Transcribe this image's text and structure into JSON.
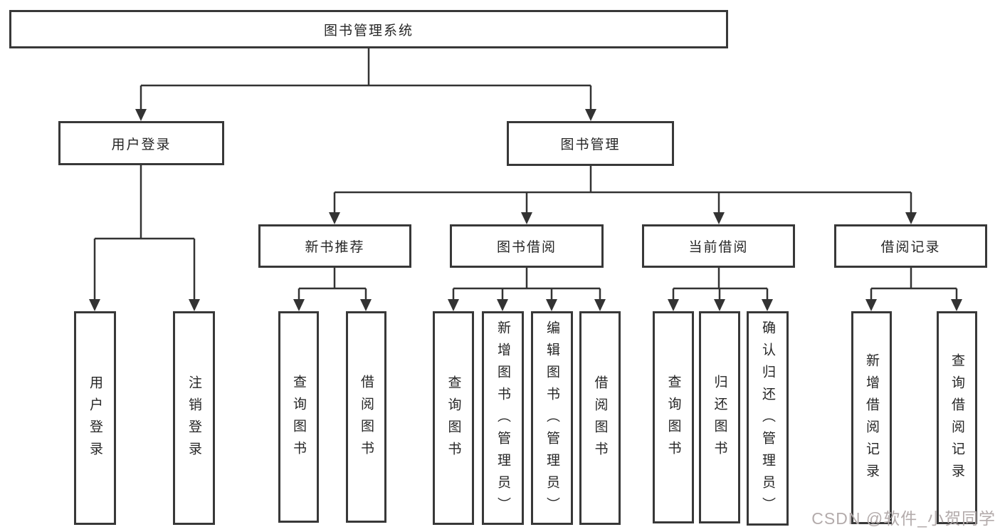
{
  "diagram": {
    "root": {
      "label": "图书管理系统",
      "children": [
        {
          "label": "用户登录",
          "children": [
            {
              "label": "用户登录"
            },
            {
              "label": "注销登录"
            }
          ]
        },
        {
          "label": "图书管理",
          "children": [
            {
              "label": "新书推荐",
              "children": [
                {
                  "label": "查询图书"
                },
                {
                  "label": "借阅图书"
                }
              ]
            },
            {
              "label": "图书借阅",
              "children": [
                {
                  "label": "查询图书"
                },
                {
                  "label": "新增图书（管理员）"
                },
                {
                  "label": "编辑图书（管理员）"
                },
                {
                  "label": "借阅图书"
                }
              ]
            },
            {
              "label": "当前借阅",
              "children": [
                {
                  "label": "查询图书"
                },
                {
                  "label": "归还图书"
                },
                {
                  "label": "确认归还（管理员）"
                }
              ]
            },
            {
              "label": "借阅记录",
              "children": [
                {
                  "label": "新增借阅记录"
                },
                {
                  "label": "查询借阅记录"
                }
              ]
            }
          ]
        }
      ]
    }
  },
  "watermark": {
    "text": "CSDN @软件_小贺同学"
  },
  "colors": {
    "line": "#333333",
    "box_border": "#383838",
    "box_background": "#ffffff",
    "text": "#262626",
    "watermark": "#b3abab",
    "background": "#ffffff"
  }
}
